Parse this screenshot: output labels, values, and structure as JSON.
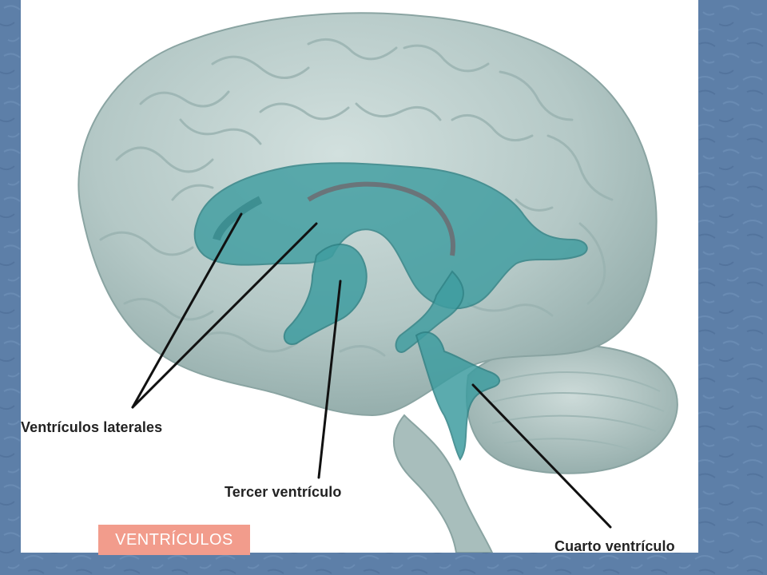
{
  "labels": {
    "lateral_ventricles": "Ventrículos laterales",
    "third_ventricle": "Tercer ventrículo",
    "fourth_ventricle": "Cuarto ventrículo"
  },
  "caption": "VENTRÍCULOS",
  "colors": {
    "background": "#5d7fa8",
    "panel": "#ffffff",
    "brain": "#b8cbc9",
    "ventricles": "#3f9da0",
    "caption_bg": "#f29c8c"
  }
}
